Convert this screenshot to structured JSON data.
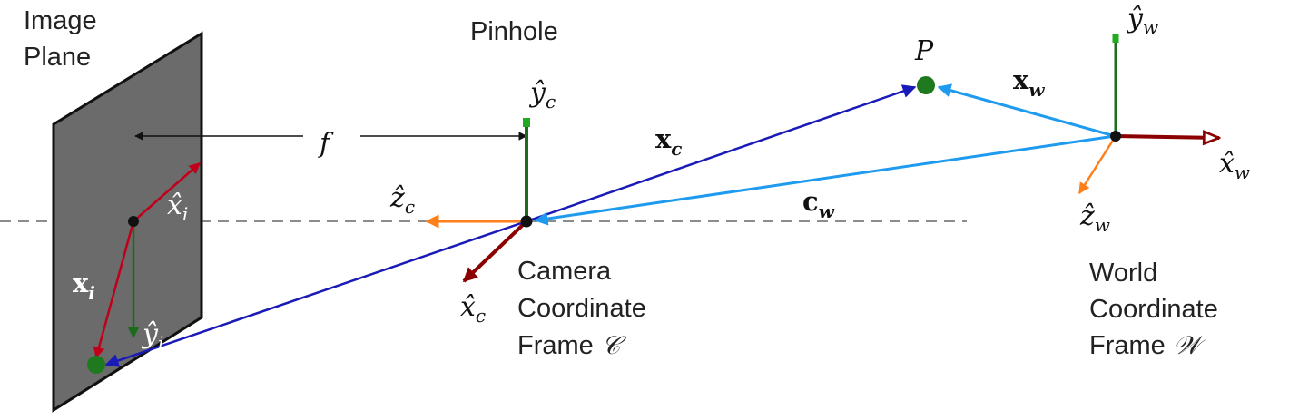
{
  "labels": {
    "image_plane_line1": "Image",
    "image_plane_line2": "Plane",
    "pinhole": "Pinhole",
    "focal_length": "f",
    "camera_line1": "Camera",
    "camera_line2": "Coordinate",
    "camera_line3": "Frame",
    "camera_frame_symbol": "𝒞",
    "world_line1": "World",
    "world_line2": "Coordinate",
    "world_line3": "Frame",
    "world_frame_symbol": "𝒲",
    "point_p": "P"
  },
  "symbols": {
    "x_hat": "x̂",
    "y_hat": "ŷ",
    "z_hat": "ẑ",
    "bold_x": "x",
    "bold_c": "c",
    "sub_i": "i",
    "sub_c": "c",
    "sub_w": "w"
  },
  "colors": {
    "image_plane_fill": "#6b6b6b",
    "x_axis": "#8b0000",
    "y_axis": "#1e6b1e",
    "z_axis": "#ff7f1a",
    "camera_ray": "#1a1ab8",
    "world_vector": "#1e9bef",
    "point": "#1f7a1f",
    "dashed_axis": "#666666"
  }
}
